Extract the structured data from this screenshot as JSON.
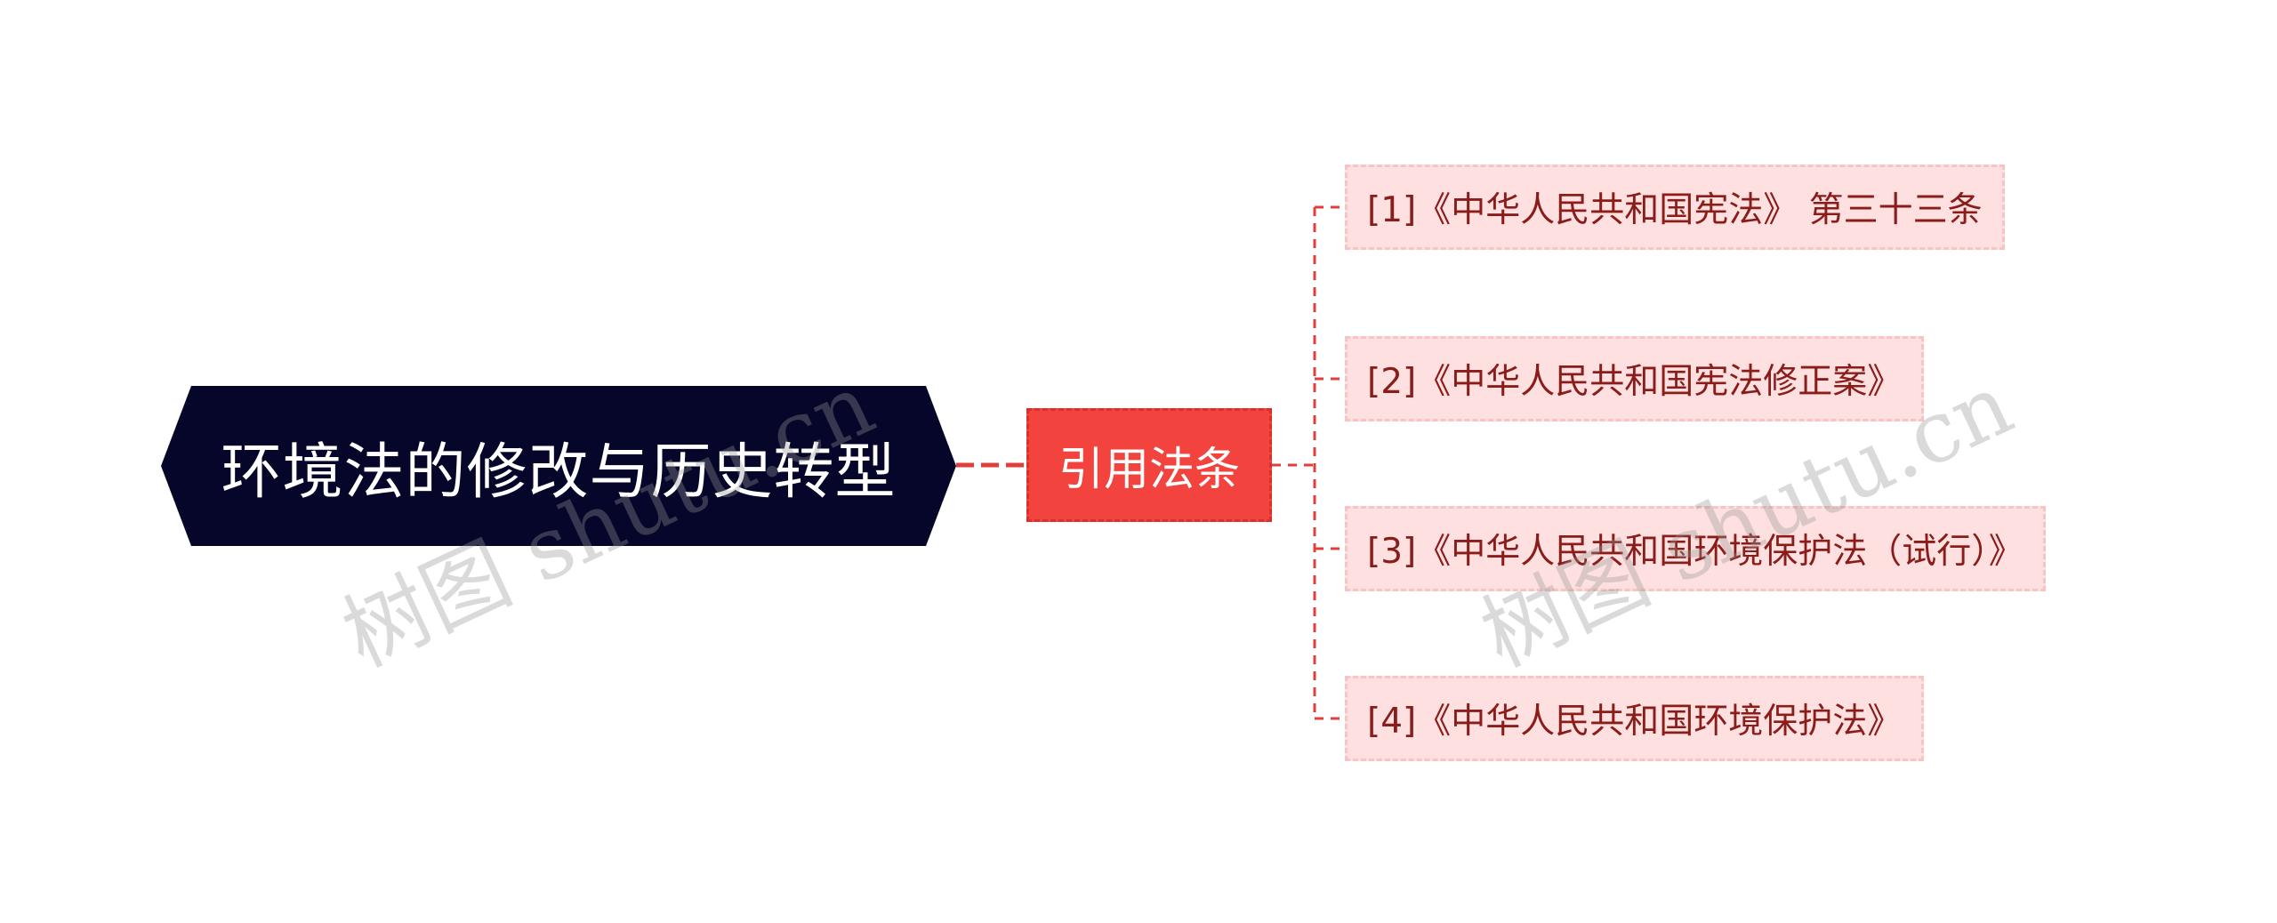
{
  "diagram": {
    "root": {
      "label": "环境法的修改与历史转型"
    },
    "branch": {
      "label": "引用法条"
    },
    "leaves": [
      {
        "label": "[1]《中华人民共和国宪法》 第三十三条"
      },
      {
        "label": "[2]《中华人民共和国宪法修正案》"
      },
      {
        "label": "[3]《中华人民共和国环境保护法（试行）》"
      },
      {
        "label": "[4]《中华人民共和国环境保护法》"
      }
    ]
  },
  "watermarks": [
    {
      "text": "树图 shutu.cn"
    },
    {
      "text": "树图 shutu.cn"
    }
  ],
  "colors": {
    "root_bg": "#05062a",
    "branch_bg": "#f2433f",
    "leaf_bg": "#fde0df",
    "leaf_text": "#8a1c1a",
    "connector": "#e0403c"
  }
}
